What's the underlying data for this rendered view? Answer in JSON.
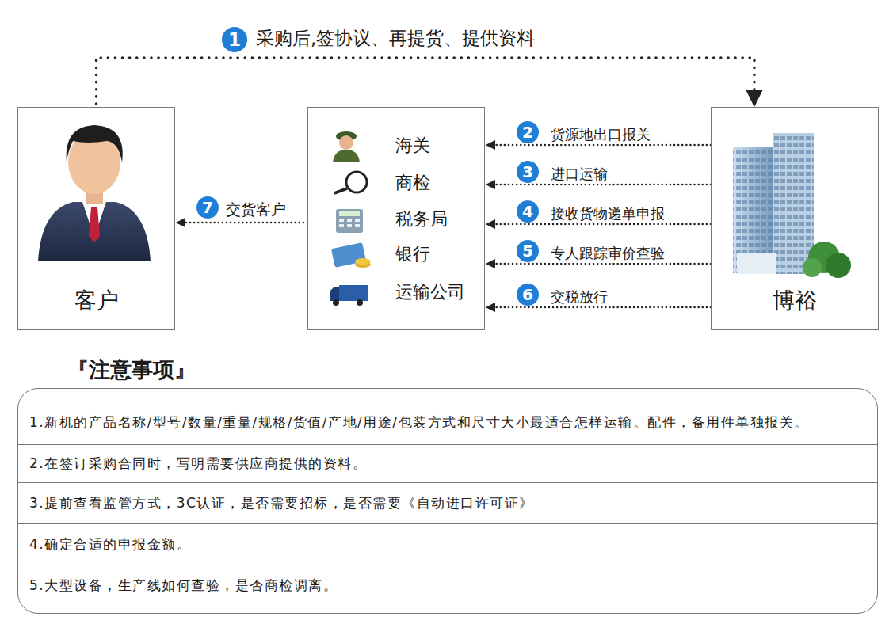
{
  "diagram": {
    "nodes": [
      {
        "text": [
          "客户"
        ]
      },
      {
        "text": [
          "海关",
          "商检",
          "税务局",
          "银行",
          "运输公司"
        ]
      },
      {
        "text": [
          "博裕"
        ]
      },
      {
        "text": [
          "『注意事项』",
          "1.新机的产品名称/型号/数量/重量/规格/货值/产地/用途/包装方式和尺寸大小最适合怎样运输。配件，备用件单独报关。",
          "2.在签订采购合同时，写明需要供应商提供的资料。",
          "3.提前查看监管方式，3C认证，是否需要招标，是否需要《自动进口许可证》",
          "4.确定合适的申报金额。",
          "5.大型设备，生产线如何查验，是否商检调离。"
        ]
      }
    ],
    "edges": [
      {
        "from": 0,
        "to": 2,
        "arrow": "to",
        "label": "采购后,签协议、再提货、提供资料"
      },
      {
        "from": 2,
        "to": 1,
        "arrow": "to",
        "label": "货源地出口报关"
      },
      {
        "from": 2,
        "to": 1,
        "arrow": "to",
        "label": "进口运输"
      },
      {
        "from": 2,
        "to": 1,
        "arrow": "to",
        "label": "接收货物递单申报"
      },
      {
        "from": 2,
        "to": 1,
        "arrow": "to",
        "label": "专人跟踪审价查验"
      },
      {
        "from": 2,
        "to": 1,
        "arrow": "to",
        "label": "交税放行"
      },
      {
        "from": 1,
        "to": 0,
        "arrow": "to",
        "label": "交货客户"
      }
    ],
    "labels": [
      "1",
      "2",
      "3",
      "4",
      "5",
      "6",
      "7"
    ]
  }
}
